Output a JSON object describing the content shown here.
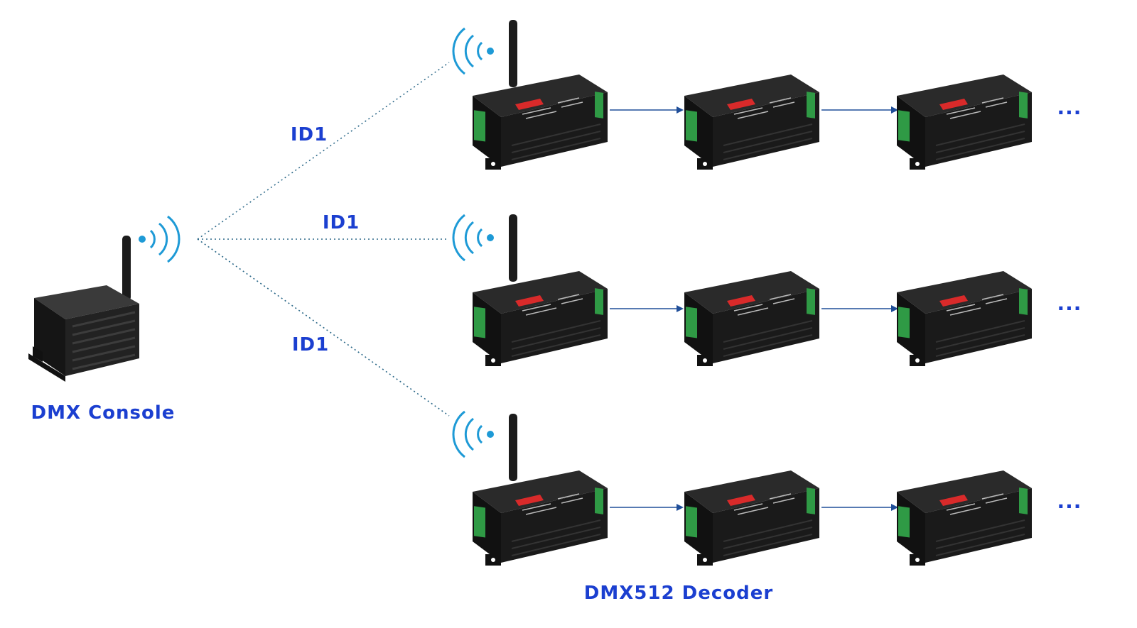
{
  "console": {
    "label": "DMX Console"
  },
  "links": [
    {
      "id_label": "ID1"
    },
    {
      "id_label": "ID1"
    },
    {
      "id_label": "ID1"
    }
  ],
  "decoder_group": {
    "label": "DMX512 Decoder"
  },
  "rows": [
    {
      "decoders": 3,
      "continuation": "..."
    },
    {
      "decoders": 3,
      "continuation": "..."
    },
    {
      "decoders": 3,
      "continuation": "..."
    }
  ],
  "colors": {
    "label": "#1b3fd0",
    "arrow": "#1f4e99",
    "wireless": "#1e9ad6",
    "link": "#2e6a8a",
    "device": "#1c1c1c",
    "terminal": "#2f9a45",
    "sticker": "#d92a2a"
  }
}
